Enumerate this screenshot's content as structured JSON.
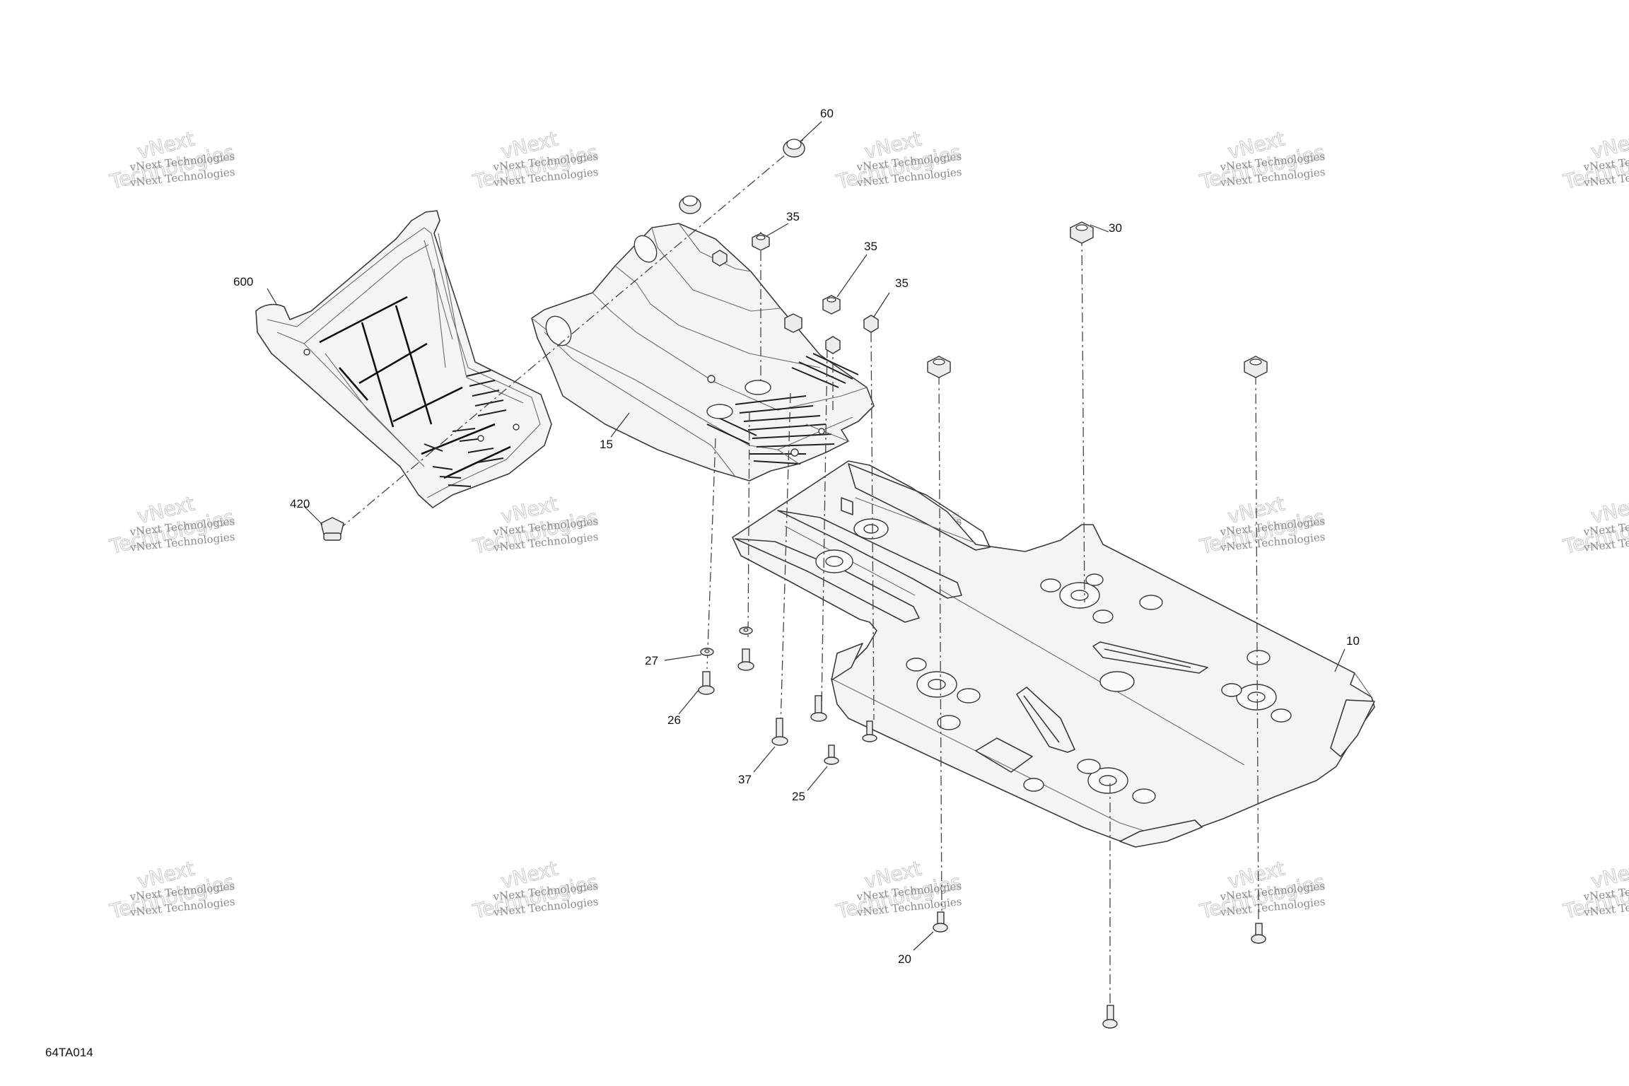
{
  "diagram": {
    "reference_code": "64TA014",
    "watermark": {
      "line1": "vNext Technologies",
      "line2": "vNext",
      "line3": "Technologies"
    },
    "callouts": [
      {
        "id": "c60",
        "label": "60"
      },
      {
        "id": "c35a",
        "label": "35"
      },
      {
        "id": "c35b",
        "label": "35"
      },
      {
        "id": "c35c",
        "label": "35"
      },
      {
        "id": "c30",
        "label": "30"
      },
      {
        "id": "c600",
        "label": "600"
      },
      {
        "id": "c15",
        "label": "15"
      },
      {
        "id": "c420",
        "label": "420"
      },
      {
        "id": "c10",
        "label": "10"
      },
      {
        "id": "c27",
        "label": "27"
      },
      {
        "id": "c26",
        "label": "26"
      },
      {
        "id": "c37",
        "label": "37"
      },
      {
        "id": "c25",
        "label": "25"
      },
      {
        "id": "c20",
        "label": "20"
      }
    ]
  }
}
